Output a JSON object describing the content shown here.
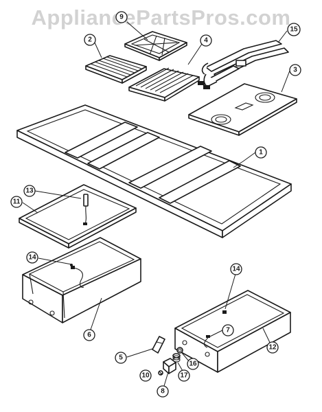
{
  "watermark": {
    "text": "AppliancePartsPros.com"
  },
  "callouts": [
    {
      "id": "c1",
      "label": "1"
    },
    {
      "id": "c2",
      "label": "2"
    },
    {
      "id": "c3",
      "label": "3"
    },
    {
      "id": "c4",
      "label": "4"
    },
    {
      "id": "c5",
      "label": "5"
    },
    {
      "id": "c6",
      "label": "6"
    },
    {
      "id": "c7",
      "label": "7"
    },
    {
      "id": "c8",
      "label": "8"
    },
    {
      "id": "c9",
      "label": "9"
    },
    {
      "id": "c10",
      "label": "10"
    },
    {
      "id": "c11",
      "label": "11"
    },
    {
      "id": "c12",
      "label": "12"
    },
    {
      "id": "c13",
      "label": "13"
    },
    {
      "id": "c14a",
      "label": "14"
    },
    {
      "id": "c14b",
      "label": "14"
    },
    {
      "id": "c15",
      "label": "15"
    },
    {
      "id": "c16",
      "label": "16"
    },
    {
      "id": "c17",
      "label": "17"
    }
  ],
  "colors": {
    "line": "#1a1a1a",
    "watermark": "#d2d2d2",
    "background": "#ffffff"
  }
}
